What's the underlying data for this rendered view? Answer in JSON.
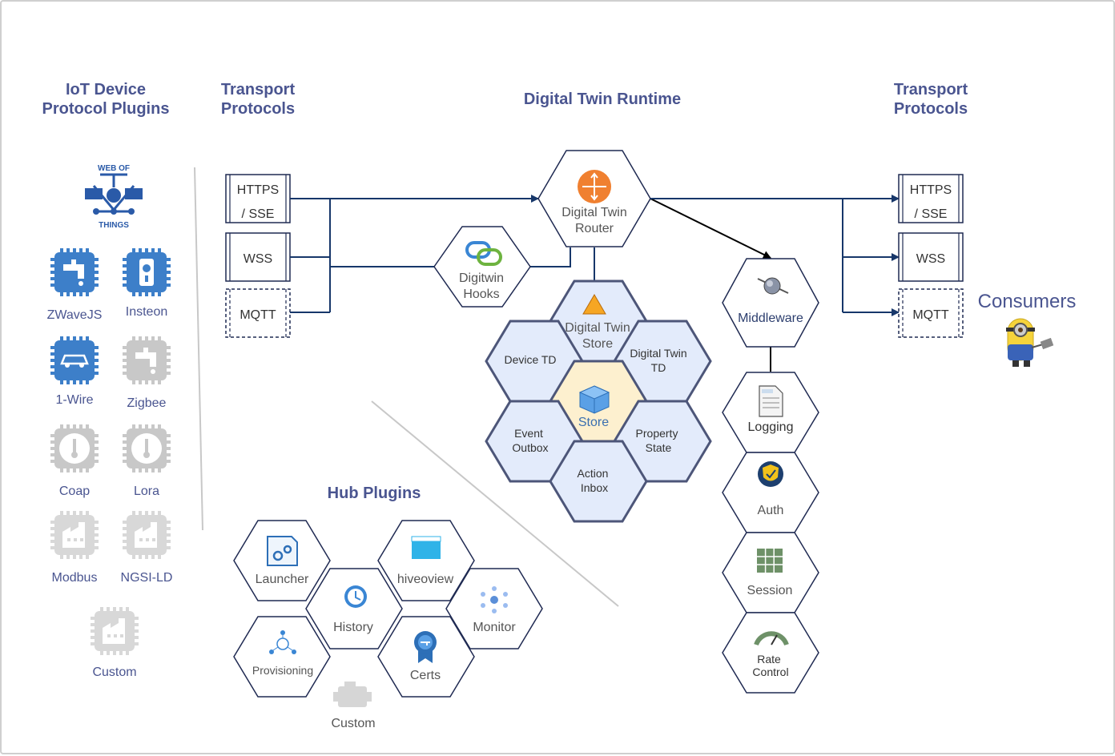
{
  "titles": {
    "iot_plugins": [
      "IoT Device",
      "Protocol Plugins"
    ],
    "transport_left": [
      "Transport",
      "Protocols"
    ],
    "runtime": "Digital Twin Runtime",
    "transport_right": [
      "Transport",
      "Protocols"
    ],
    "hub_plugins": "Hub Plugins",
    "consumers": "Consumers"
  },
  "wot_logo": {
    "top": "WEB OF",
    "bottom": "THINGS"
  },
  "device_plugins": [
    {
      "label": "ZWaveJS",
      "icon": "water-tap-chip-icon",
      "color": "#3d7fc9"
    },
    {
      "label": "Insteon",
      "icon": "light-switch-chip-icon",
      "color": "#3d7fc9"
    },
    {
      "label": "1-Wire",
      "icon": "car-chip-icon",
      "color": "#3d7fc9"
    },
    {
      "label": "Zigbee",
      "icon": "water-tap-chip-icon",
      "color": "#c8c8c8"
    },
    {
      "label": "Coap",
      "icon": "thermometer-chip-icon",
      "color": "#c8c8c8"
    },
    {
      "label": "Lora",
      "icon": "thermometer-chip-icon",
      "color": "#c8c8c8"
    },
    {
      "label": "Modbus",
      "icon": "factory-chip-icon",
      "color": "#d8d8d8"
    },
    {
      "label": "NGSI-LD",
      "icon": "factory-chip-icon",
      "color": "#d8d8d8"
    },
    {
      "label": "Custom",
      "icon": "factory-chip-icon",
      "color": "#d8d8d8"
    }
  ],
  "transport_left": {
    "https": [
      "HTTPS",
      "/ SSE"
    ],
    "wss": "WSS",
    "mqtt": "MQTT"
  },
  "transport_right": {
    "https": [
      "HTTPS",
      "/ SSE"
    ],
    "wss": "WSS",
    "mqtt": "MQTT"
  },
  "router": [
    "Digital Twin",
    "Router"
  ],
  "hooks": [
    "Digitwin",
    "Hooks"
  ],
  "store_cluster": {
    "center": "Store",
    "top": [
      "Digital Twin",
      "Store"
    ],
    "device_td": "Device TD",
    "digital_twin_td": [
      "Digital Twin",
      "TD"
    ],
    "event_outbox": [
      "Event",
      "Outbox"
    ],
    "property_state": [
      "Property",
      "State"
    ],
    "action_inbox": [
      "Action",
      "Inbox"
    ]
  },
  "middleware": {
    "head": "Middleware",
    "items": [
      {
        "label": "Logging"
      },
      {
        "label": "Auth"
      },
      {
        "label": "Session"
      },
      {
        "label": [
          "Rate",
          "Control"
        ]
      }
    ]
  },
  "hub_plugins": {
    "launcher": "Launcher",
    "history": "History",
    "hiveoview": "hiveoview",
    "monitor": "Monitor",
    "provisioning": "Provisioning",
    "certs": "Certs",
    "custom": "Custom"
  },
  "colors": {
    "title": "#4a5590",
    "hex_stroke": "#1f2a52",
    "store_fill": "#e3ebfb",
    "store_center": "#fdf0cf",
    "router_orange": "#f08030",
    "wire": "#17376a"
  }
}
